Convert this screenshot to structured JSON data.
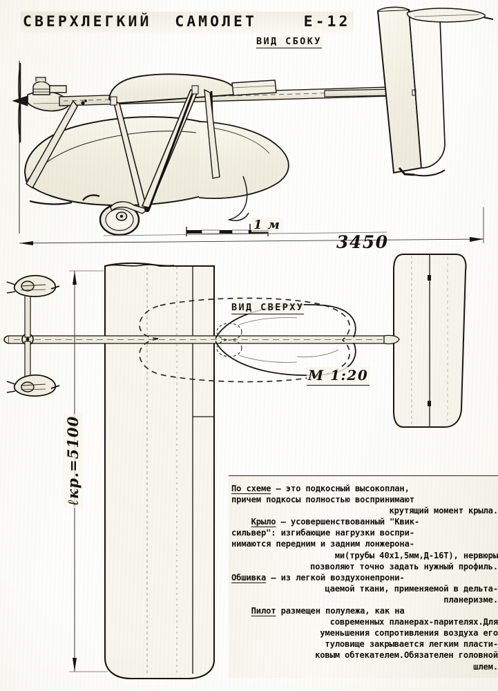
{
  "drawing": {
    "title": "СВЕРХЛЕГКИЙ  САМОЛЕТ    Е-12",
    "side_view_label": "ВИД СБОКУ",
    "top_view_label": "ВИД СВЕРХУ",
    "scale_label": "М 1:20",
    "scale_bar_label": "1 м",
    "length_dimension": "3450",
    "span_dimension": "ℓкр.=5100",
    "ink_color": "#15130f",
    "paper_color": "#f6f4eb",
    "background_color": "#fdfdfb"
  },
  "description": {
    "paragraphs": [
      {
        "keyword": "По схеме",
        "lines": [
          {
            "align": "left",
            "text": " – это подкосный высокоплан,"
          },
          {
            "align": "left",
            "text": "причем подкосы полностью воспринимают"
          },
          {
            "align": "right",
            "text": "крутящий момент крыла."
          }
        ]
      },
      {
        "keyword": "Крыло",
        "indent": true,
        "lines": [
          {
            "align": "left",
            "text": " – усовершенствованный \"Квик-"
          },
          {
            "align": "left",
            "text": "сильвер\": изгибающие нагрузки воспри-"
          },
          {
            "align": "left",
            "text": "нимаются передним и задним лонжерона-"
          },
          {
            "align": "right",
            "text": "ми(трубы 40х1,5мм,Д-16Т), нервюры"
          },
          {
            "align": "right",
            "text": "позволяют точно задать нужный профиль."
          }
        ]
      },
      {
        "keyword": "Обшивка",
        "lines": [
          {
            "align": "left",
            "text": " – из легкой воздухонепрони-"
          },
          {
            "align": "right",
            "text": "цаемой ткани, применяемой в дельта-"
          },
          {
            "align": "right",
            "text": "планеризме."
          }
        ]
      },
      {
        "keyword": "Пилот",
        "indent": true,
        "lines": [
          {
            "align": "left",
            "text": " размещен полулежа, как на"
          },
          {
            "align": "right",
            "text": "современных планерах-парителях.Для"
          },
          {
            "align": "right",
            "text": "уменьшения сопротивления воздуха его"
          },
          {
            "align": "right",
            "text": "туловище закрывается легким пласти-"
          },
          {
            "align": "right",
            "text": "ковым обтекателем.Обязателен головной"
          },
          {
            "align": "right",
            "text": "шлем."
          }
        ]
      }
    ]
  }
}
